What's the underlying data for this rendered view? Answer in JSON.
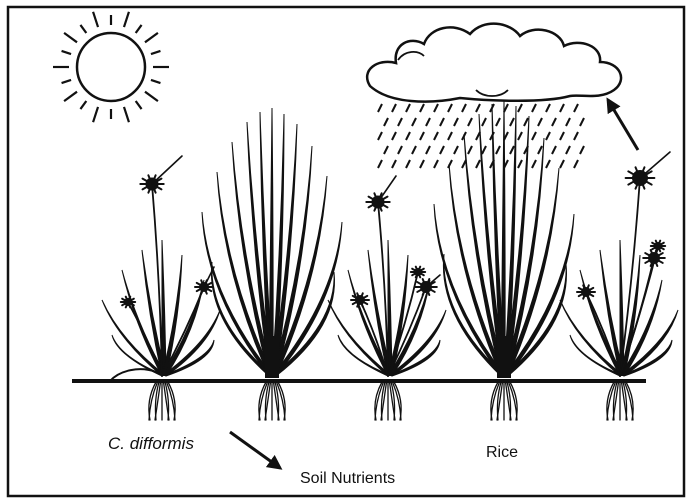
{
  "labels": {
    "species": "C. difformis",
    "crop": "Rice",
    "soil": "Soil Nutrients"
  },
  "icons": {
    "sun": "sun-icon",
    "cloud": "rain-cloud-icon",
    "soil_arrow": "arrow-down-right-icon",
    "evaporation_arrow": "arrow-up-left-icon"
  },
  "colors": {
    "ink": "#111111",
    "paper": "#ffffff"
  }
}
